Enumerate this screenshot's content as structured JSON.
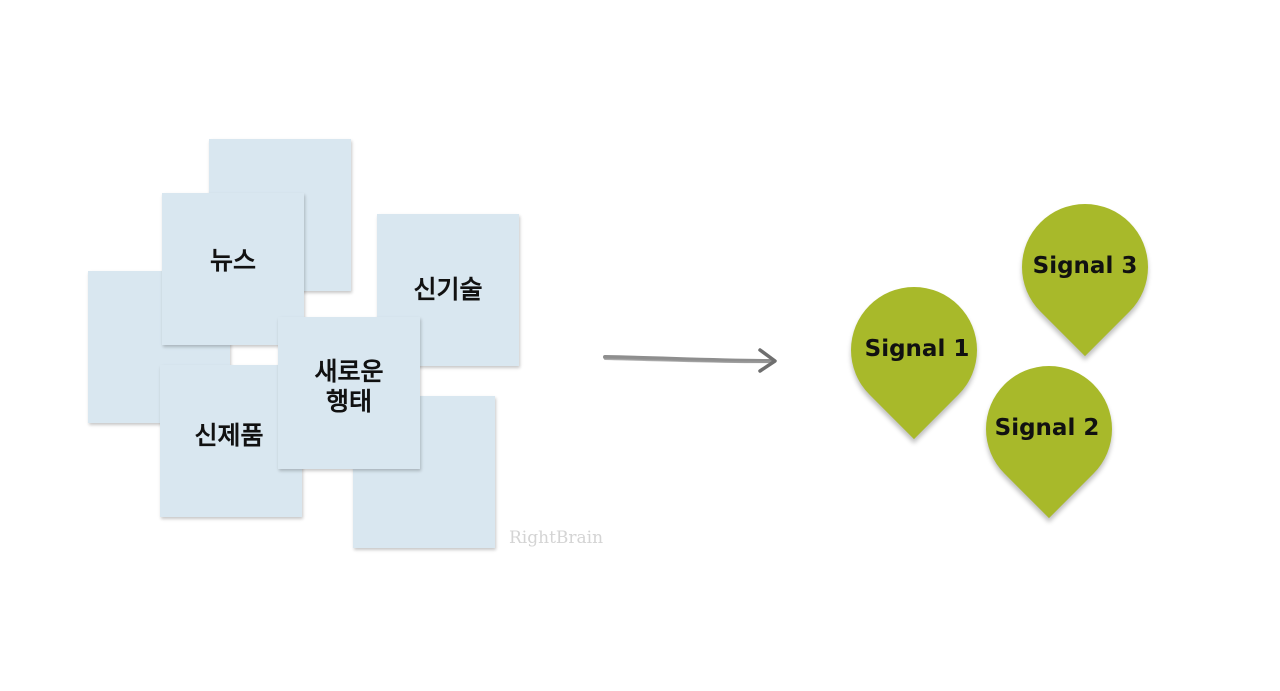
{
  "notes": {
    "news": "뉴스",
    "new_tech": "신기술",
    "new_behavior": "새로운\n행태",
    "new_product": "신제품"
  },
  "watermark": "RightBrain",
  "signals": {
    "signal1": "Signal 1",
    "signal2": "Signal 2",
    "signal3": "Signal 3"
  },
  "colors": {
    "note": "#d9e7f0",
    "signal": "#a8b92a",
    "arrow": "#7a7a7a"
  }
}
